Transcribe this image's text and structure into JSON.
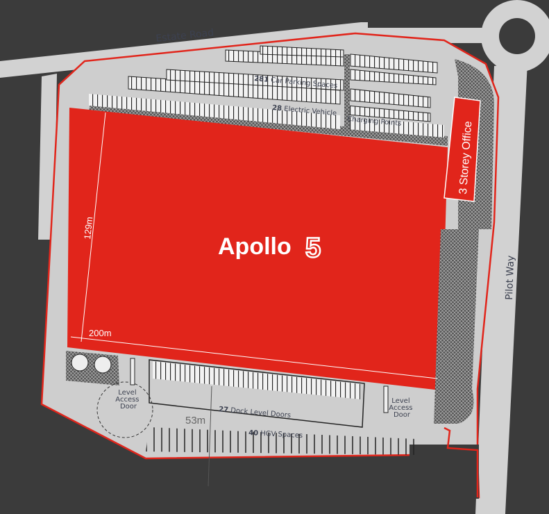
{
  "roads": {
    "estate_road": "Estate Road",
    "pilot_way": "Pilot Way"
  },
  "building": {
    "name": "Apollo",
    "logo_numeral": "5",
    "office_label": "3 Storey Office"
  },
  "dimensions": {
    "depth": "129m",
    "width": "200m",
    "yard_depth": "53m"
  },
  "labels": {
    "car_parking_count": "281",
    "car_parking_text": "Car Parking Spaces",
    "ev_count": "28",
    "ev_text_1": "Electric Vehicle",
    "ev_text_2": "Charging Points",
    "dock_count": "27",
    "dock_text": "Dock Level Doors",
    "hgv_count": "40",
    "hgv_text": "HGV Spaces",
    "level_access_left": [
      "Level",
      "Access",
      "Door"
    ],
    "level_access_right": [
      "Level",
      "Access",
      "Door"
    ]
  },
  "colors": {
    "background": "#3b3b3b",
    "road": "#d2d2d2",
    "site": "#cecece",
    "building": "#e1251b",
    "boundary": "#e1251b",
    "text": "#3c4150"
  }
}
